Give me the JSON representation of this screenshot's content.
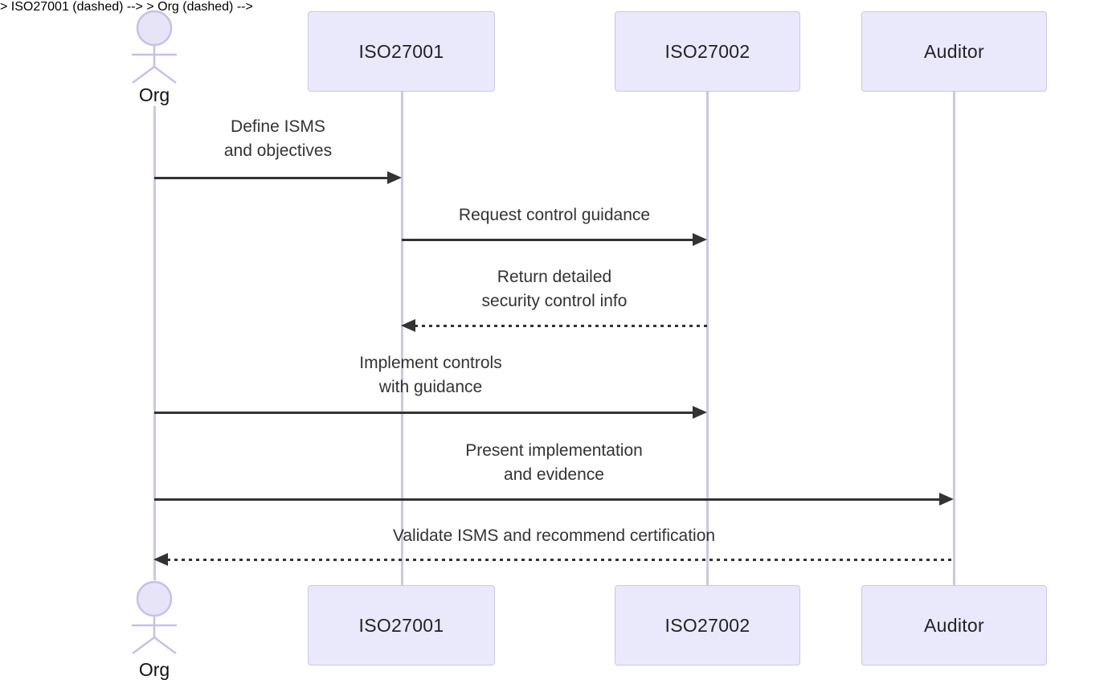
{
  "diagram": {
    "type": "sequence-diagram",
    "actors": [
      {
        "id": "org",
        "label": "Org",
        "kind": "actor"
      },
      {
        "id": "iso27001",
        "label": "ISO27001",
        "kind": "participant"
      },
      {
        "id": "iso27002",
        "label": "ISO27002",
        "kind": "participant"
      },
      {
        "id": "auditor",
        "label": "Auditor",
        "kind": "participant"
      }
    ],
    "messages": [
      {
        "from": "Org",
        "to": "ISO27001",
        "style": "solid",
        "lines": [
          "Define ISMS",
          "and objectives"
        ]
      },
      {
        "from": "ISO27001",
        "to": "ISO27002",
        "style": "solid",
        "lines": [
          "Request control guidance"
        ]
      },
      {
        "from": "ISO27002",
        "to": "ISO27001",
        "style": "dashed",
        "lines": [
          "Return detailed",
          "security control info"
        ]
      },
      {
        "from": "Org",
        "to": "ISO27002",
        "style": "solid",
        "lines": [
          "Implement controls",
          "with guidance"
        ]
      },
      {
        "from": "Org",
        "to": "Auditor",
        "style": "solid",
        "lines": [
          "Present implementation",
          "and evidence"
        ]
      },
      {
        "from": "Auditor",
        "to": "Org",
        "style": "dashed",
        "lines": [
          "Validate ISMS and recommend certification"
        ]
      }
    ],
    "colors": {
      "background": "#ffffff",
      "participant_fill": "#eae8fb",
      "participant_border": "#cdc6ee",
      "lifeline": "#ccc5ec",
      "actor_stroke": "#c7bfea",
      "arrow": "#333333",
      "message_text": "#333333",
      "actor_label_text": "#111111"
    }
  }
}
